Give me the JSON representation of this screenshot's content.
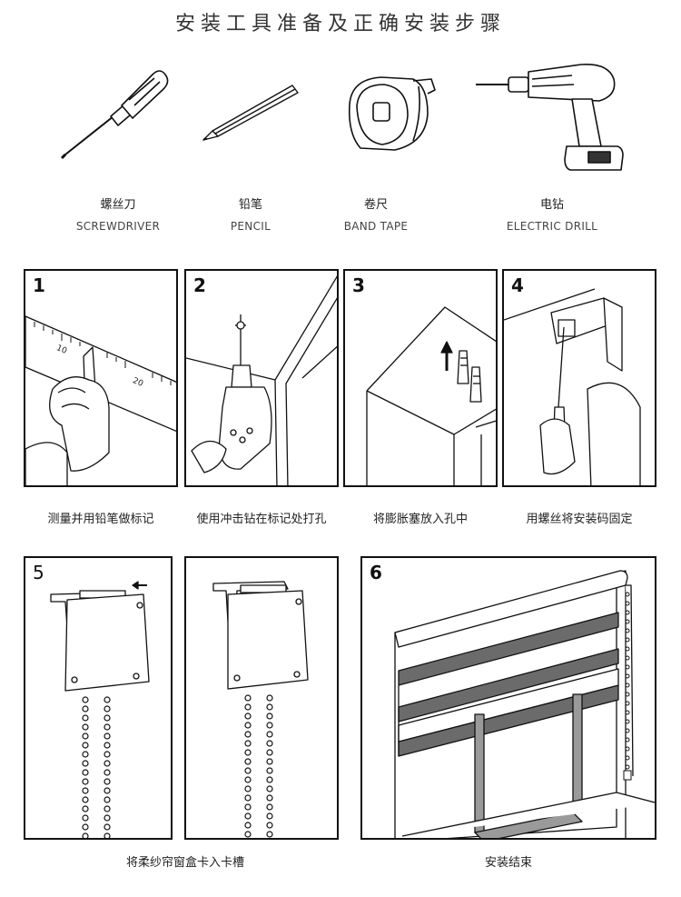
{
  "title": "安装工具准备及正确安装步骤",
  "tools": [
    {
      "name_cn": "螺丝刀",
      "name_en": "SCREWDRIVER",
      "icon": "screwdriver-icon"
    },
    {
      "name_cn": "铅笔",
      "name_en": "PENCIL",
      "icon": "pencil-icon"
    },
    {
      "name_cn": "卷尺",
      "name_en": "BAND TAPE",
      "icon": "tape-measure-icon"
    },
    {
      "name_cn": "电钻",
      "name_en": "ELECTRIC DRILL",
      "icon": "electric-drill-icon"
    }
  ],
  "steps": [
    {
      "number": "1",
      "caption": "测量并用铅笔做标记",
      "ruler_labels": [
        "10",
        "20"
      ]
    },
    {
      "number": "2",
      "caption": "使用冲击钻在标记处打孔"
    },
    {
      "number": "3",
      "caption": "将膨胀塞放入孔中"
    },
    {
      "number": "4",
      "caption": "用螺丝将安装码固定"
    },
    {
      "number": "5",
      "caption": "将柔纱帘窗盒卡入卡槽"
    },
    {
      "number": "6",
      "caption": "安装结束"
    }
  ],
  "colors": {
    "line": "#111111",
    "blind_band": "#6b6b6b",
    "frame_gray": "#9a9a9a"
  }
}
